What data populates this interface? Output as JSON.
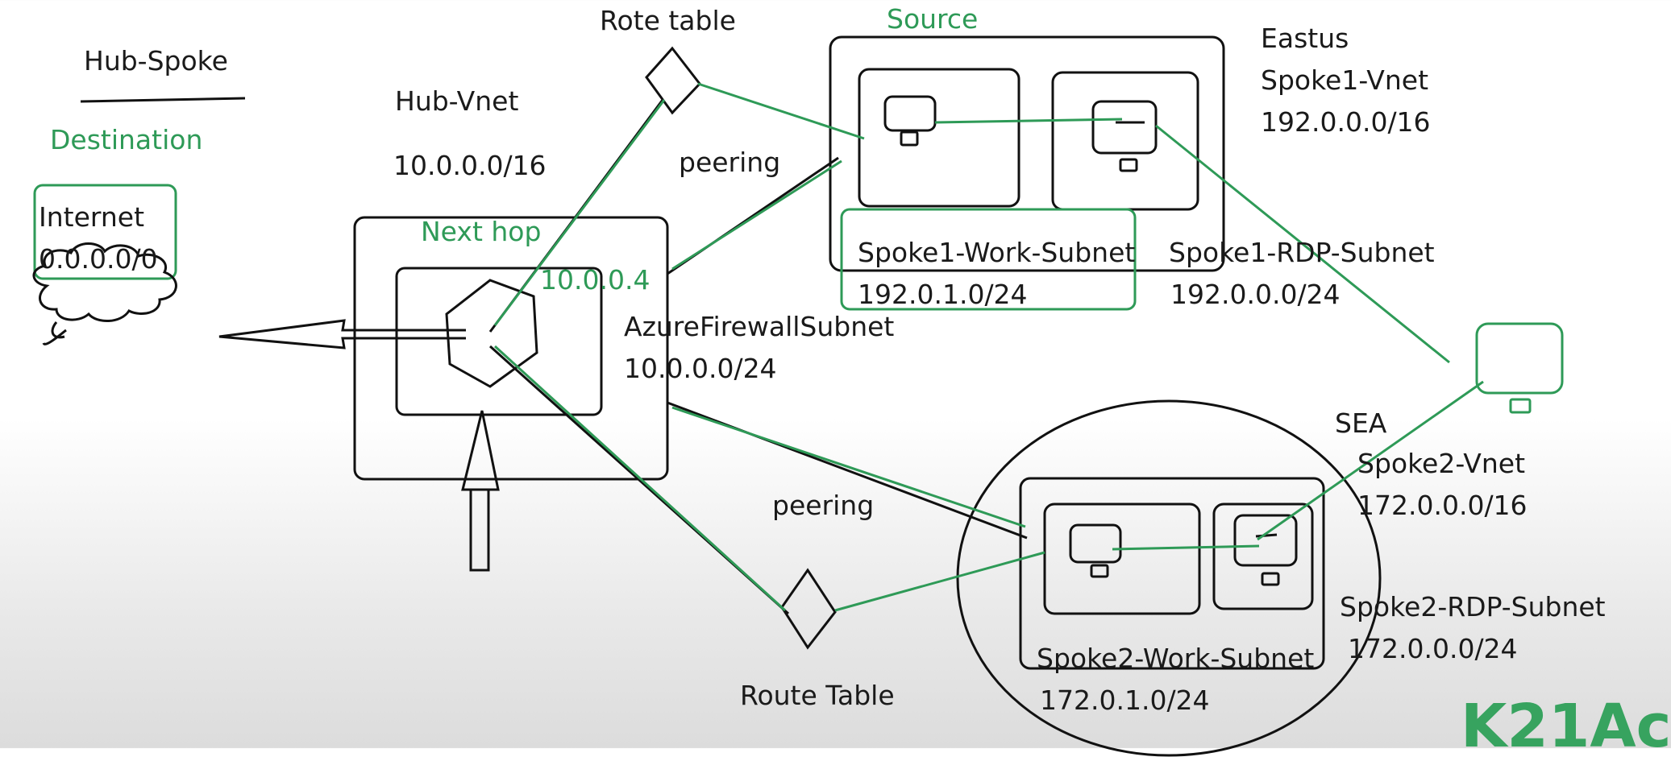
{
  "labels": {
    "hub_spoke": "Hub-Spoke",
    "destination": "Destination",
    "internet": "Internet",
    "internet_cidr": "0.0.0.0/0",
    "hub_vnet": "Hub-Vnet",
    "hub_cidr": "10.0.0.0/16",
    "rote_table": "Rote table",
    "next_hop": "Next hop",
    "next_hop_ip": "10.0.0.4",
    "peering_top": "peering",
    "azure_fw_subnet": "AzureFirewallSubnet",
    "azure_fw_cidr": "10.0.0.0/24",
    "source": "Source",
    "eastus": "Eastus",
    "spoke1_vnet": "Spoke1-Vnet",
    "spoke1_cidr": "192.0.0.0/16",
    "spoke1_work_subnet": "Spoke1-Work-Subnet",
    "spoke1_work_cidr": "192.0.1.0/24",
    "spoke1_rdp_subnet": "Spoke1-RDP-Subnet",
    "spoke1_rdp_cidr": "192.0.0.0/24",
    "sea": "SEA",
    "spoke2_vnet": "Spoke2-Vnet",
    "spoke2_cidr": "172.0.0.0/16",
    "peering_bottom": "peering",
    "spoke2_rdp_subnet": "Spoke2-RDP-Subnet",
    "spoke2_rdp_cidr": "172.0.0.0/24",
    "spoke2_work_subnet": "Spoke2-Work-Subnet",
    "spoke2_work_cidr": "172.0.1.0/24",
    "route_table": "Route Table"
  },
  "brand": "K21Ac",
  "colors": {
    "ink": "#111111",
    "accent_green": "#2e9a57",
    "brand_green": "#37a35f"
  },
  "icons": [
    "cloud-icon",
    "firewall-hexagon-icon",
    "route-table-diamond-icon",
    "vm-monitor-icon"
  ]
}
